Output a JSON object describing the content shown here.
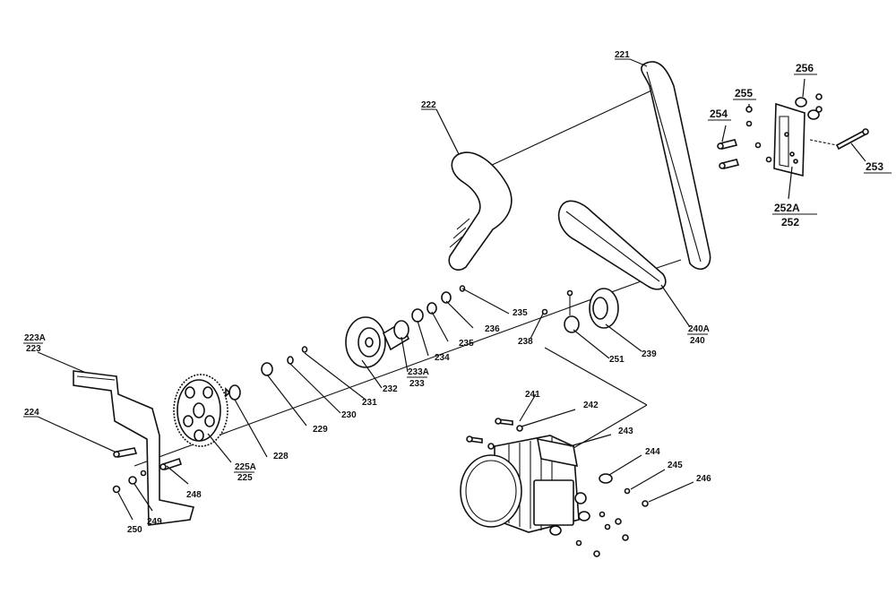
{
  "diagram": {
    "callouts": [
      {
        "id": "221"
      },
      {
        "id": "222"
      },
      {
        "id": "223A",
        "sub": "223"
      },
      {
        "id": "224"
      },
      {
        "id": "225A",
        "sub": "225"
      },
      {
        "id": "228"
      },
      {
        "id": "229"
      },
      {
        "id": "230"
      },
      {
        "id": "231"
      },
      {
        "id": "232"
      },
      {
        "id": "233A",
        "sub": "233"
      },
      {
        "id": "234"
      },
      {
        "id": "235"
      },
      {
        "id": "235"
      },
      {
        "id": "236"
      },
      {
        "id": "238"
      },
      {
        "id": "239"
      },
      {
        "id": "240A",
        "sub": "240"
      },
      {
        "id": "241"
      },
      {
        "id": "242"
      },
      {
        "id": "243"
      },
      {
        "id": "244"
      },
      {
        "id": "245"
      },
      {
        "id": "246"
      },
      {
        "id": "248"
      },
      {
        "id": "249"
      },
      {
        "id": "250"
      },
      {
        "id": "251"
      },
      {
        "id": "252A",
        "sub": "252"
      },
      {
        "id": "253"
      },
      {
        "id": "254"
      },
      {
        "id": "255"
      },
      {
        "id": "256"
      }
    ]
  }
}
